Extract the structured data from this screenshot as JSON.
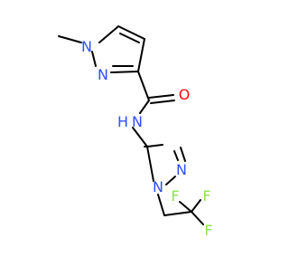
{
  "colors": {
    "bond": "#000000",
    "nitrogen": "#3050F8",
    "oxygen": "#FF0D0D",
    "fluorine": "#90E050",
    "background": "#FFFFFF"
  },
  "atoms": {
    "n_methyl": "N",
    "n_pyrazole": "N",
    "o_carbonyl": "O",
    "n_amide": "N",
    "h_amide": "H",
    "n_pyrazole2": "N",
    "n_pyrazole2_sub": "N",
    "f_top_left": "F",
    "f_top_right": "F",
    "f_right": "F"
  }
}
